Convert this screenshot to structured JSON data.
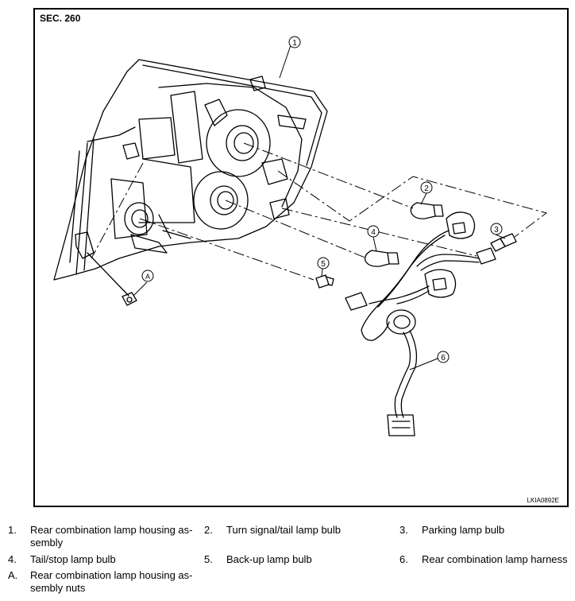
{
  "figure": {
    "section_label": "SEC. 260",
    "figure_code": "LKIA0892E",
    "callouts": [
      "1",
      "2",
      "3",
      "4",
      "5",
      "6",
      "A"
    ]
  },
  "legend": {
    "items": [
      {
        "key": "1.",
        "label": "Rear combination lamp housing as-",
        "label2": "sembly"
      },
      {
        "key": "2.",
        "label": "Turn signal/tail lamp bulb",
        "label2": ""
      },
      {
        "key": "3.",
        "label": "Parking lamp bulb",
        "label2": ""
      },
      {
        "key": "4.",
        "label": "Tail/stop lamp bulb",
        "label2": ""
      },
      {
        "key": "5.",
        "label": "Back-up lamp bulb",
        "label2": ""
      },
      {
        "key": "6.",
        "label": "Rear combination lamp harness",
        "label2": ""
      },
      {
        "key": "A.",
        "label": "Rear combination lamp housing as-",
        "label2": "sembly nuts"
      }
    ]
  }
}
